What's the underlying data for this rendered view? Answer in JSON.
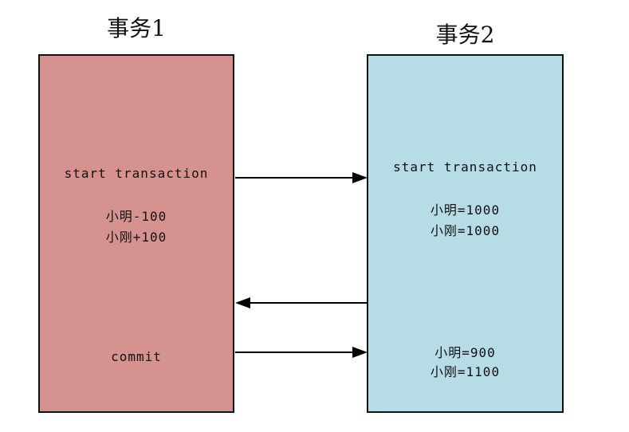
{
  "diagram": {
    "background": "#ffffff",
    "line_color": "#000000",
    "transaction1": {
      "title": "事务1",
      "fill": "#d6928e",
      "border": "#111111",
      "lines": {
        "start": "start transaction",
        "op1": "小明-100",
        "op2": "小刚+100",
        "commit": "commit"
      }
    },
    "transaction2": {
      "title": "事务2",
      "fill": "#b6dce6",
      "border": "#111111",
      "lines": {
        "start": "start transaction",
        "read1a": "小明=1000",
        "read1b": "小刚=1000",
        "read2a": "小明=900",
        "read2b": "小刚=1100"
      }
    },
    "arrows": [
      {
        "from": "transaction1",
        "to": "transaction2",
        "direction": "right"
      },
      {
        "from": "transaction2",
        "to": "transaction1",
        "direction": "left"
      },
      {
        "from": "transaction1",
        "to": "transaction2",
        "direction": "right"
      }
    ]
  }
}
